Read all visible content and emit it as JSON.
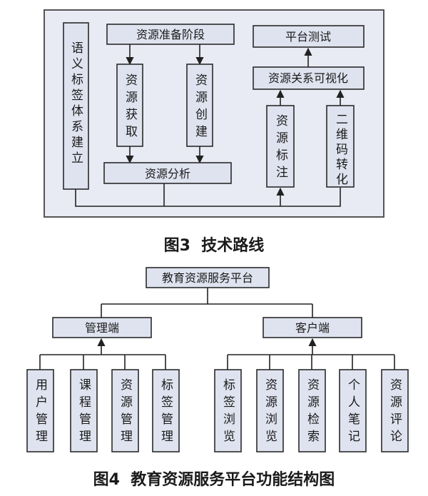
{
  "figure3": {
    "caption": "图3  技术路线",
    "nodes": {
      "semantic_tag": "语义标签体系建立",
      "prep": "资源准备阶段",
      "acquire": "资源获取",
      "create": "资源创建",
      "analyze": "资源分析",
      "test": "平台测试",
      "visualize": "资源关系可视化",
      "annotate": "资源标注",
      "qrcode": "二维码转化"
    }
  },
  "figure4": {
    "caption": "图4  教育资源服务平台功能结构图",
    "root": "教育资源服务平台",
    "admin": "管理端",
    "client": "客户端",
    "admin_children": [
      "用户管理",
      "课程管理",
      "资源管理",
      "标签管理"
    ],
    "client_children": [
      "标签浏览",
      "资源浏览",
      "资源检索",
      "个人笔记",
      "资源评论"
    ]
  },
  "colors": {
    "panel_fill": "#e9ebf4",
    "box_fill": "#dfe3ef",
    "stroke": "#2a2a2a"
  }
}
